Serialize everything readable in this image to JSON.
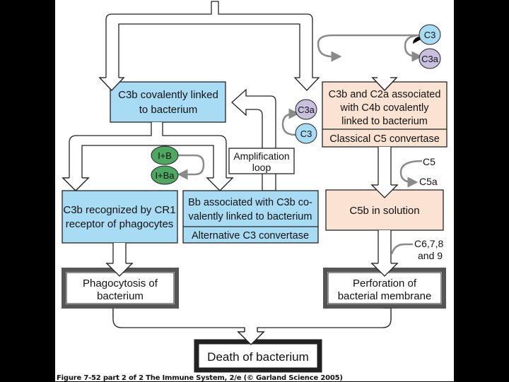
{
  "colors": {
    "blue_box": "#a8dcf4",
    "peach_box": "#fbe3d3",
    "blue_circle": "#a8dcf4",
    "purple_circle": "#c9c0e0",
    "green_circle": "#4ea862",
    "gray_arrow": "#8a8a8a",
    "border_dark": "#222222",
    "double_border": "#555555"
  },
  "boxes": {
    "c3b_linked": {
      "lines": [
        "C3b covalently linked",
        "to bacterium"
      ]
    },
    "classical": {
      "lines": [
        "C3b and C2a associated",
        "with C4b covalently",
        "linked to bacterium"
      ],
      "footer": "Classical C5 convertase"
    },
    "cr1": {
      "lines": [
        "C3b recognized by CR1",
        "receptor of phagocytes"
      ]
    },
    "alternative": {
      "lines": [
        "Bb associated with C3b co-",
        "valently linked to bacterium"
      ],
      "footer": "Alternative C3 convertase"
    },
    "c5b": {
      "lines": [
        "C5b in solution"
      ]
    },
    "phagocytosis": {
      "lines": [
        "Phagocytosis of",
        "bacterium"
      ]
    },
    "perforation": {
      "lines": [
        "Perforation of",
        "bacterial membrane"
      ]
    },
    "death": {
      "lines": [
        "Death of bacterium"
      ]
    },
    "amplification": {
      "lines": [
        "Amplification",
        "loop"
      ]
    }
  },
  "molecules": {
    "top_c3": "C3",
    "top_c3a": "C3a",
    "amp_c3a": "C3a",
    "amp_c3": "C3",
    "ib": "I+B",
    "iba": "I+Ba",
    "c5": "C5",
    "c5a": "C5a",
    "c6789_line1": "C6,7,8",
    "c6789_line2": "and 9"
  },
  "caption": "Figure 7-52 part 2 of 2  The Immune System, 2/e (© Garland Science 2005)"
}
